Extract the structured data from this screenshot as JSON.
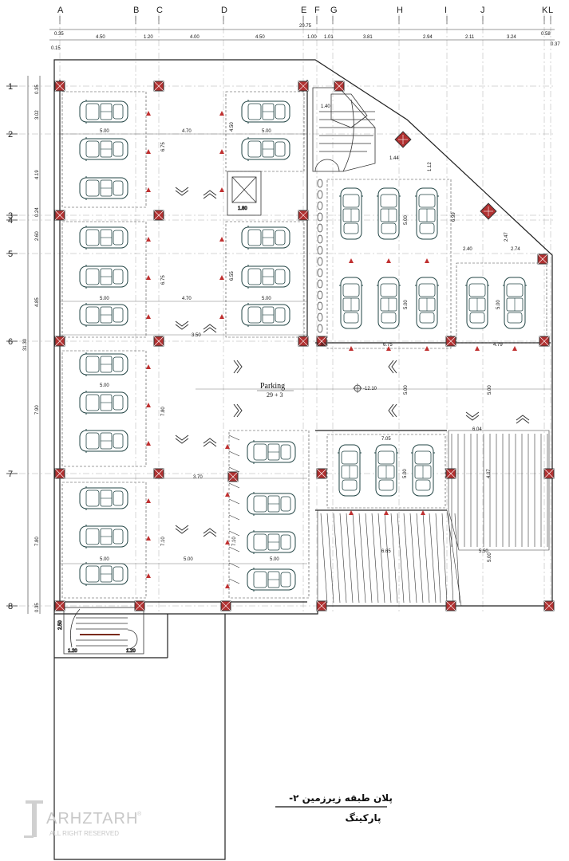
{
  "grid": {
    "cols": [
      "A",
      "B",
      "C",
      "D",
      "E",
      "F",
      "G",
      "H",
      "I",
      "J",
      "K",
      "L"
    ],
    "rows": [
      "1",
      "2",
      "3",
      "4",
      "5",
      "6",
      "7",
      "8"
    ]
  },
  "dims": {
    "total_top": "29.75",
    "top_left": "0.35",
    "top_left_b": "0.15",
    "top_right": "0.58",
    "top_right_b": "0.37",
    "top": [
      "4.50",
      "1.20",
      "4.00",
      "4.50",
      "1.00",
      "1.01",
      "3.81",
      "2.94",
      "2.11",
      "3.24"
    ],
    "total_left": "31.30",
    "left": [
      "0.35",
      "3.02",
      "4.19",
      "0.24",
      "2.60",
      "4.85",
      "7.90",
      "7.80",
      "0.35"
    ]
  },
  "inner_dims": {
    "a": "5.00",
    "b": "4.70",
    "c": "4.50",
    "d": "5.00",
    "e": "6.75",
    "f": "1.80",
    "g": "5.00",
    "h": "6.75",
    "i": "4.70",
    "j": "6.55",
    "k": "5.00",
    "l": "3.50",
    "m": "5.00",
    "n": "7.80",
    "o": "3.70",
    "p": "5.00",
    "q": "7.10",
    "r": "5.00",
    "s": "1.40",
    "t": "1.44",
    "u": "1.12",
    "v": "5.00",
    "w": "6.99",
    "x": "2.40",
    "y": "2.74",
    "z": "2.47",
    "aa": "6.75",
    "ab": "5.00",
    "ac": "4.79",
    "ad": "5.00",
    "ae": "1.80",
    "af": "7.05",
    "ag": "5.00",
    "ah": "6.04",
    "ai": "4.07",
    "aj": "6.65",
    "ak": "5.50",
    "al": "5.00",
    "am": "7.10",
    "an": "2.50",
    "ao": "1.20",
    "ap": "1.20",
    "aq": "5.00",
    "ar": "5.00"
  },
  "parking_label": "Parking",
  "parking_count": "29 + 3",
  "level_mark": "-12.10",
  "title_line1": "پلان طبقه زیرزمین ۲-",
  "title_line2": "پارکینگ",
  "watermark": {
    "brand": "ARHZTARH",
    "sub": "ALL RIGHT RESERVED",
    "reg": "®"
  }
}
